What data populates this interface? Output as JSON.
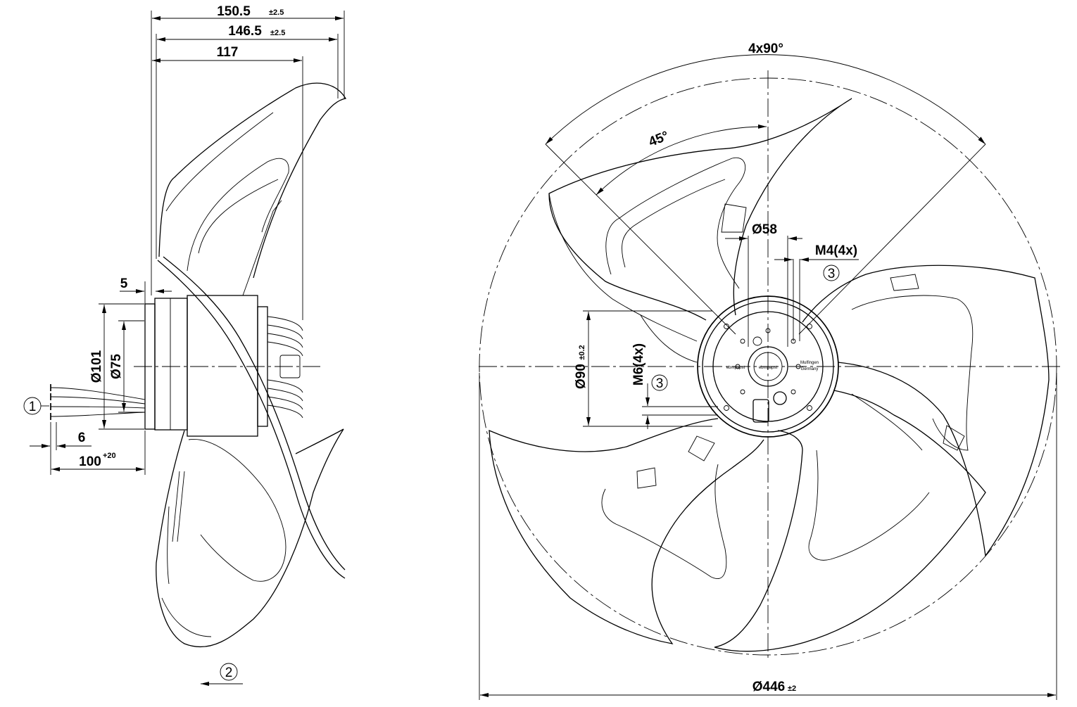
{
  "side_view": {
    "dim_150_5": "150.5",
    "tol_150_5": "±2.5",
    "dim_146_5": "146.5",
    "tol_146_5": "±2.5",
    "dim_117": "117",
    "dim_5": "5",
    "dim_d101": "Ø101",
    "dim_d75": "Ø75",
    "dim_6": "6",
    "dim_100": "100",
    "tol_100": "+20",
    "callout_1": "1",
    "callout_2": "2"
  },
  "front_view": {
    "angle_4x90": "4x90°",
    "angle_45": "45°",
    "dim_d58": "Ø58",
    "thread_m4": "M4(4x)",
    "callout_3a": "3",
    "dim_d90": "Ø90",
    "tol_d90": "±0.2",
    "thread_m6": "M6(4x)",
    "callout_3b": "3",
    "dim_d446": "Ø446",
    "tol_d446": "±2",
    "hub_logo_left": "ebmpapst",
    "hub_logo_right": "ebmpapst",
    "hub_city": "Mulfingen",
    "hub_country": "Germany"
  }
}
